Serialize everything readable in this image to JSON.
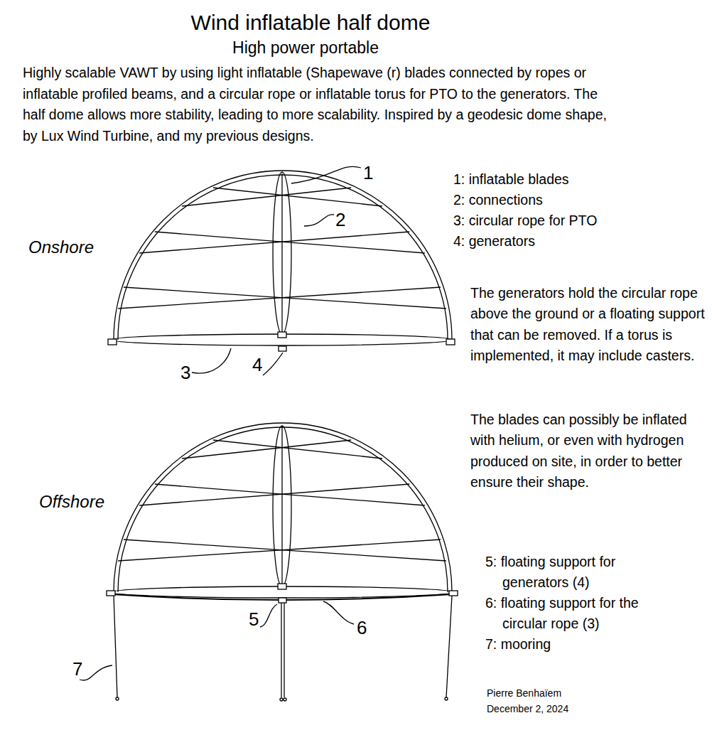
{
  "diagram": {
    "title": "Wind inflatable half dome",
    "labels": [
      "High power portable",
      "Highly scalable VAWT by using light inflatable (Shapewave (r) blades connected by ropes or inflatable profiled beams, and a circular rope or inflatable torus for PTO to the generators. The half dome allows more stability, leading to more scalability. Inspired by a geodesic dome shape, by Lux Wind Turbine, and my previous designs.",
      "1: inflatable blades",
      "2: connections",
      "3: circular rope for PTO",
      "4: generators",
      "Onshore",
      "1",
      "2",
      "The generators hold the circular rope above the ground or a floating support that can be removed. If a torus is implemented, it may include casters.",
      "3",
      "4",
      "The blades can possibly be inflated with helium, or even with hydrogen produced on site, in order to better ensure their shape.",
      "Offshore",
      "5: floating support for generators (4)",
      "6: floating support for the circular rope (3)",
      "7: mooring",
      "5",
      "6",
      "7",
      "Pierre Benhaïem",
      "December 2, 2024"
    ]
  }
}
